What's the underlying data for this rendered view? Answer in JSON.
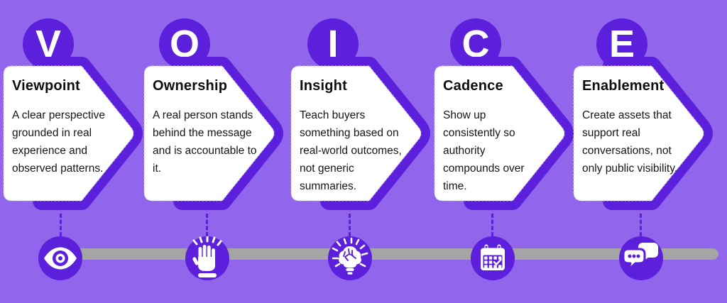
{
  "framework": {
    "name": "VOICE",
    "cards": [
      {
        "letter": "V",
        "title": "Viewpoint",
        "description": "A clear perspective grounded in real experience and observed patterns.",
        "icon": "eye-icon"
      },
      {
        "letter": "O",
        "title": "Ownership",
        "description": "A real person stands behind the message and is accountable to it.",
        "icon": "raised-hand-icon"
      },
      {
        "letter": "I",
        "title": "Insight",
        "description": "Teach buyers something based on real-world outcomes, not generic summaries.",
        "icon": "brain-lightbulb-icon"
      },
      {
        "letter": "C",
        "title": "Cadence",
        "description": "Show up consistently so authority compounds over time.",
        "icon": "calendar-check-icon"
      },
      {
        "letter": "E",
        "title": "Enablement",
        "description": "Create assets that support real conversations, not only public visibility.",
        "icon": "chat-bubbles-icon"
      }
    ],
    "colors": {
      "background": "#9166ec",
      "accent_dark_purple": "#5c1fdb",
      "card_fill": "#ffffff",
      "timeline_gray": "#a5a5a5",
      "text": "#0d0d0d"
    }
  }
}
